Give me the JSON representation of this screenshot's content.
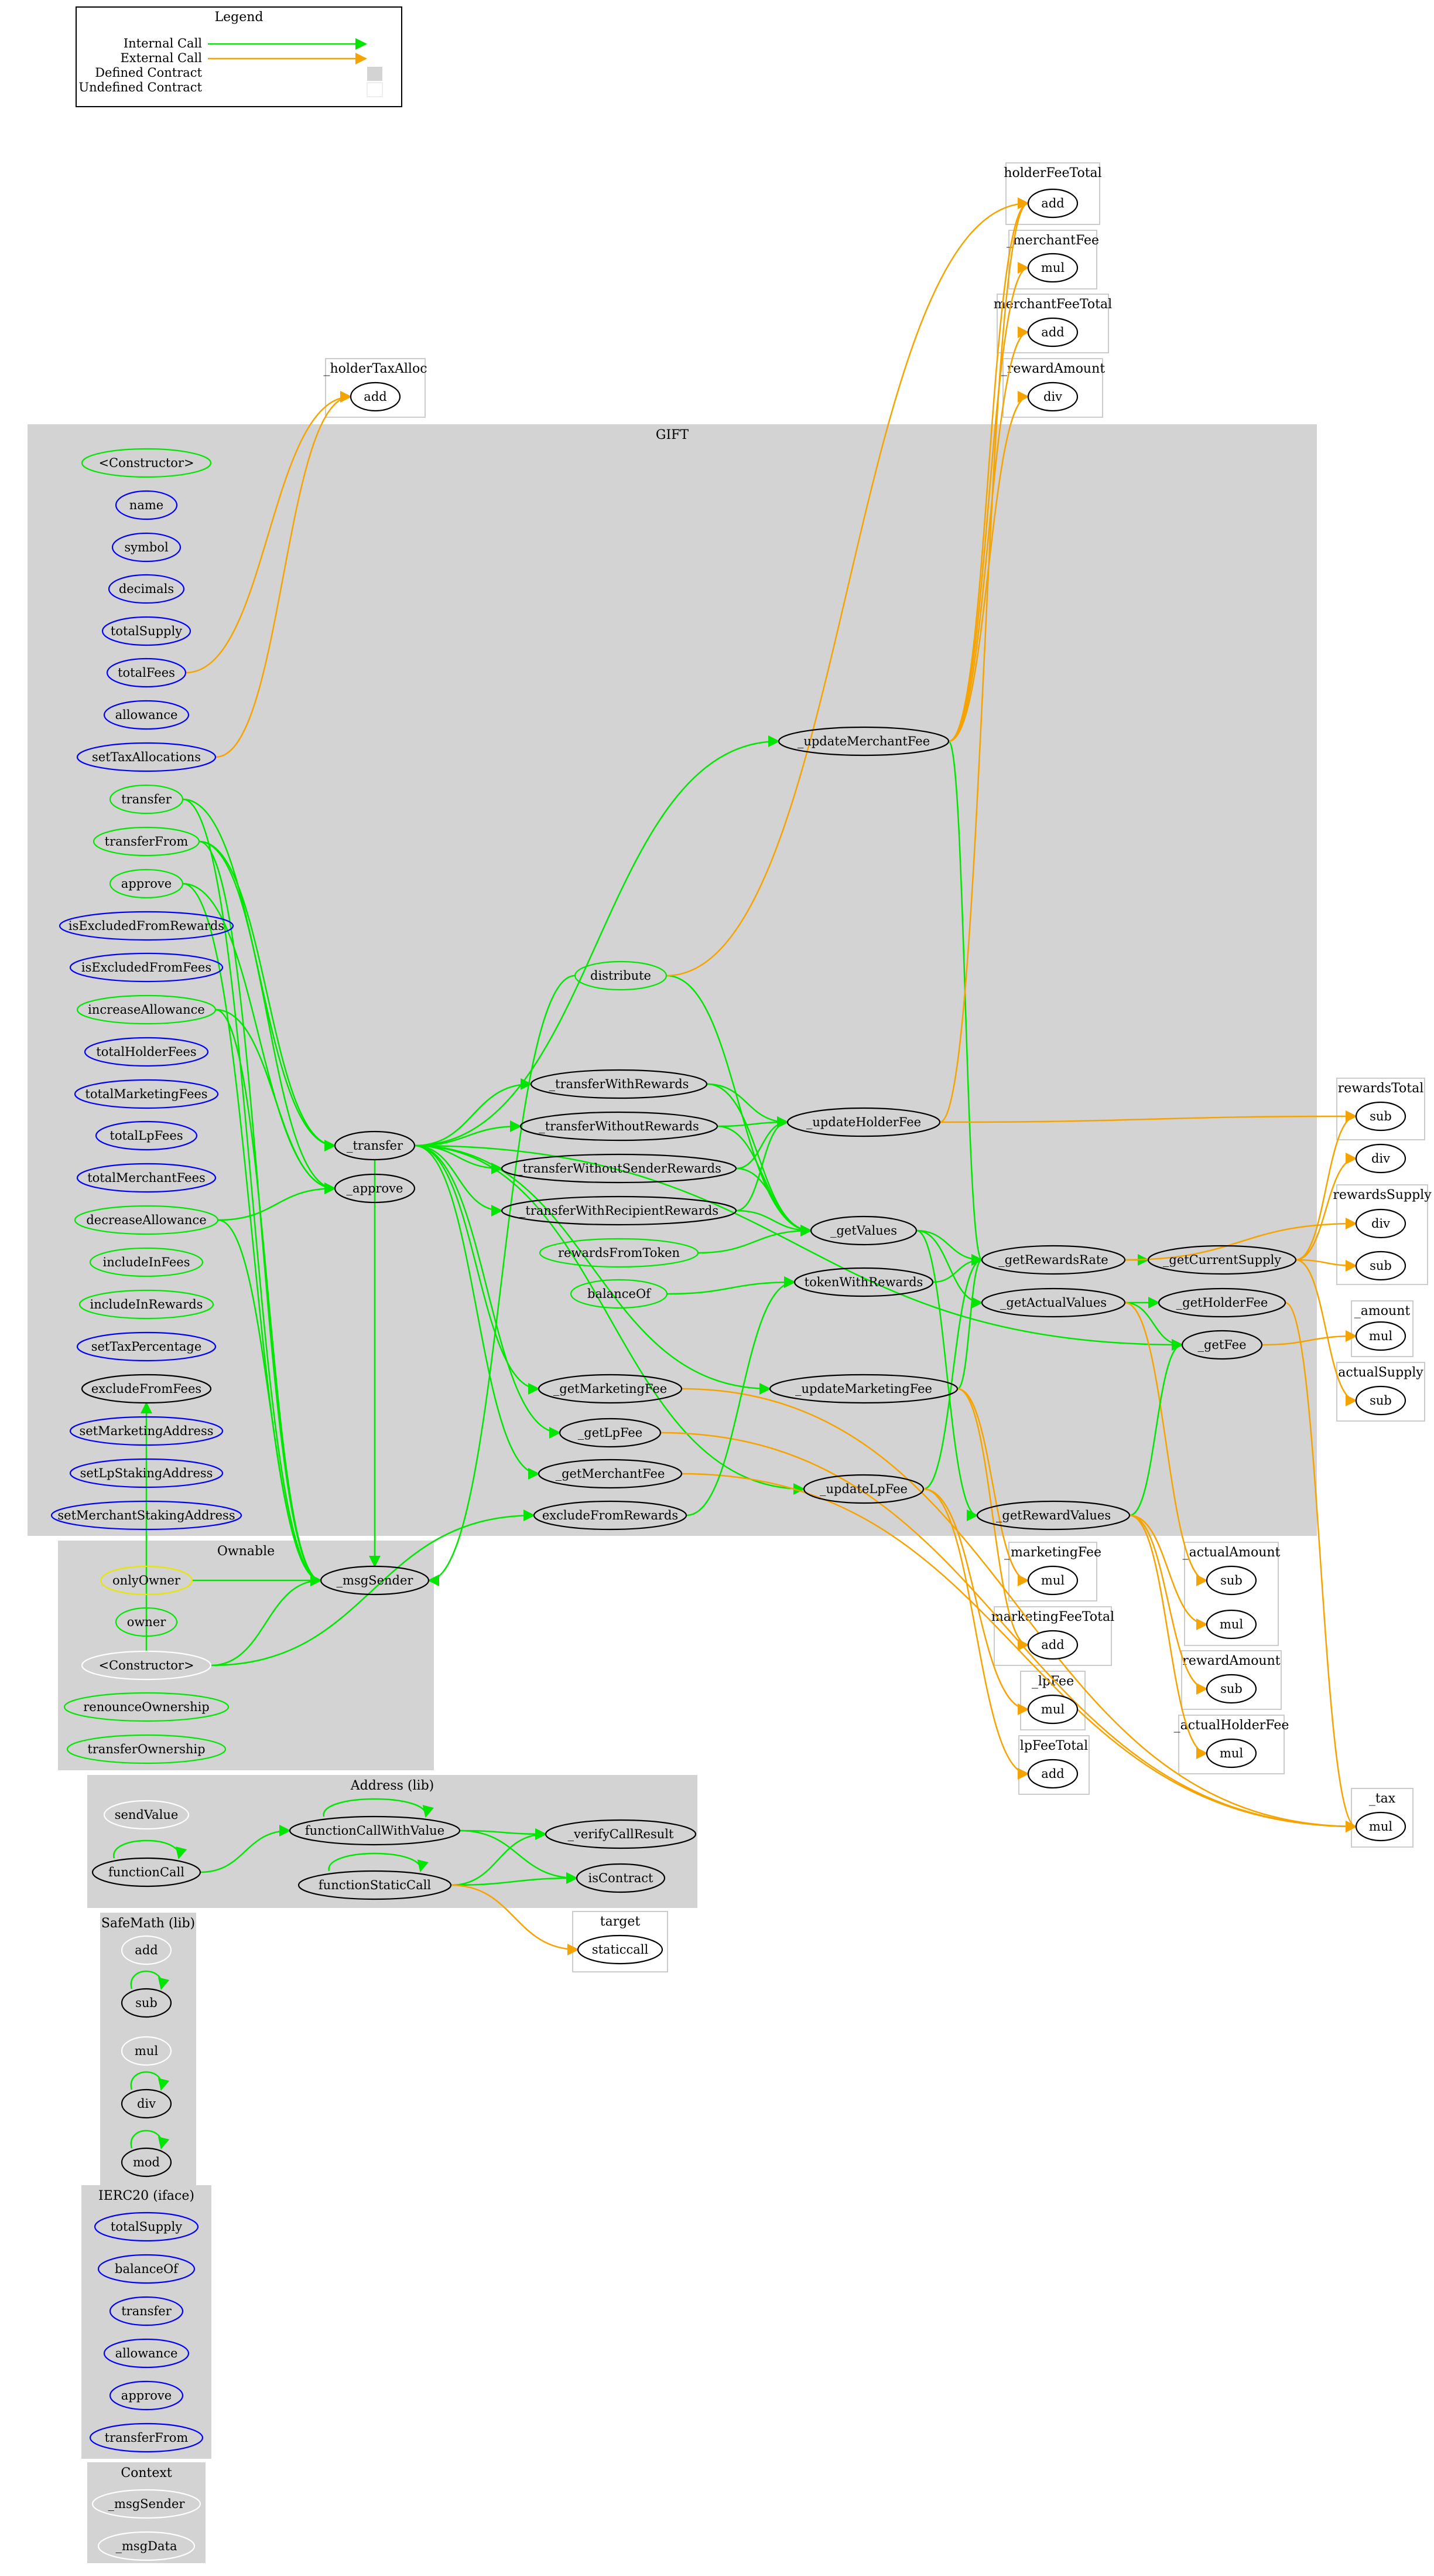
{
  "colors": {
    "internal": "#00e600",
    "external": "#f5a300",
    "cluster_fill": "#d3d3d3",
    "defined_border": "#000000",
    "public_border": "#0000ff",
    "internal_fn_border": "#00e600",
    "modifier_border": "#e6e600",
    "inherited_border": "#ffffff"
  },
  "legend": {
    "title": "Legend",
    "rows": [
      "Internal Call",
      "External Call",
      "Defined Contract",
      "Undefined Contract"
    ]
  },
  "clusters": {
    "gift": "GIFT",
    "ownable": "Ownable",
    "address": "Address  (lib)",
    "safemath": "SafeMath  (lib)",
    "ierc20": "IERC20  (iface)",
    "context": "Context",
    "holderFeeTotal": "holderFeeTotal",
    "merchantFee": "_merchantFee",
    "merchantFeeTotal": "merchantFeeTotal",
    "rewardAmountU": "_rewardAmount",
    "holderTaxAlloc": "_holderTaxAlloc",
    "rewardsTotal": "rewardsTotal",
    "rewardsSupply": "rewardsSupply",
    "amount": "_amount",
    "actualSupply": "actualSupply",
    "marketingFee": "_marketingFee",
    "marketingFeeTotal": "marketingFeeTotal",
    "lpFee": "_lpFee",
    "lpFeeTotal": "lpFeeTotal",
    "actualAmount": "_actualAmount",
    "rewardAmount": "rewardAmount",
    "actualHolderFee": "_actualHolderFee",
    "tax": "_tax",
    "target": "target"
  },
  "nodes": {
    "gift_constructor": "<Constructor>",
    "gift_name": "name",
    "gift_symbol": "symbol",
    "gift_decimals": "decimals",
    "gift_totalSupply": "totalSupply",
    "gift_totalFees": "totalFees",
    "gift_allowance": "allowance",
    "gift_setTaxAllocations": "setTaxAllocations",
    "gift_transfer": "transfer",
    "gift_transferFrom": "transferFrom",
    "gift_approve": "approve",
    "gift_isExcludedFromRewards": "isExcludedFromRewards",
    "gift_isExcludedFromFees": "isExcludedFromFees",
    "gift_increaseAllowance": "increaseAllowance",
    "gift_totalHolderFees": "totalHolderFees",
    "gift_totalMarketingFees": "totalMarketingFees",
    "gift_totalLpFees": "totalLpFees",
    "gift_totalMerchantFees": "totalMerchantFees",
    "gift_decreaseAllowance": "decreaseAllowance",
    "gift_includeInFees": "includeInFees",
    "gift_includeInRewards": "includeInRewards",
    "gift_setTaxPercentage": "setTaxPercentage",
    "gift_excludeFromFees": "excludeFromFees",
    "gift_setMarketingAddress": "setMarketingAddress",
    "gift_setLpStakingAddress": "setLpStakingAddress",
    "gift_setMerchantStakingAddress": "setMerchantStakingAddress",
    "gift__transfer": "_transfer",
    "gift__approve": "_approve",
    "gift_distribute": "distribute",
    "gift__transferWithRewards": "_transferWithRewards",
    "gift__transferWithoutRewards": "_transferWithoutRewards",
    "gift__transferWithoutSenderRewards": "_transferWithoutSenderRewards",
    "gift__transferWithRecipientRewards": "_transferWithRecipientRewards",
    "gift_rewardsFromToken": "rewardsFromToken",
    "gift_balanceOf": "balanceOf",
    "gift__updateMerchantFee": "_updateMerchantFee",
    "gift__updateHolderFee": "_updateHolderFee",
    "gift__getValues": "_getValues",
    "gift_tokenWithRewards": "tokenWithRewards",
    "gift__getRewardsRate": "_getRewardsRate",
    "gift__getCurrentSupply": "_getCurrentSupply",
    "gift__getActualValues": "_getActualValues",
    "gift__getHolderFee": "_getHolderFee",
    "gift__getFee": "_getFee",
    "gift__updateMarketingFee": "_updateMarketingFee",
    "gift__getMarketingFee": "_getMarketingFee",
    "gift__getLpFee": "_getLpFee",
    "gift__updateLpFee": "_updateLpFee",
    "gift__getMerchantFee": "_getMerchantFee",
    "gift_excludeFromRewards": "excludeFromRewards",
    "gift__getRewardValues": "_getRewardValues",
    "own_onlyOwner": "onlyOwner",
    "own_owner": "owner",
    "own_constructor": "<Constructor>",
    "own_renounceOwnership": "renounceOwnership",
    "own_transferOwnership": "transferOwnership",
    "own__msgSender": "_msgSender",
    "addr_sendValue": "sendValue",
    "addr_functionCall": "functionCall",
    "addr_functionCallWithValue": "functionCallWithValue",
    "addr_functionStaticCall": "functionStaticCall",
    "addr__verifyCallResult": "_verifyCallResult",
    "addr_isContract": "isContract",
    "sm_add": "add",
    "sm_sub": "sub",
    "sm_mul": "mul",
    "sm_div": "div",
    "sm_mod": "mod",
    "ierc_totalSupply": "totalSupply",
    "ierc_balanceOf": "balanceOf",
    "ierc_transfer": "transfer",
    "ierc_allowance": "allowance",
    "ierc_approve": "approve",
    "ierc_transferFrom": "transferFrom",
    "ctx__msgSender": "_msgSender",
    "ctx__msgData": "_msgData",
    "u_holderFeeTotal_add": "add",
    "u_merchantFee_mul": "mul",
    "u_merchantFeeTotal_add": "add",
    "u_rewardAmountU_div": "div",
    "u_holderTaxAlloc_add": "add",
    "u_rewardsTotal_sub": "sub",
    "u_rewardsTotal_div": "div",
    "u_rewardsSupply_div": "div",
    "u_rewardsSupply_sub": "sub",
    "u_amount_mul": "mul",
    "u_actualSupply_sub": "sub",
    "u_marketingFee_mul": "mul",
    "u_marketingFeeTotal_add": "add",
    "u_lpFee_mul": "mul",
    "u_lpFeeTotal_add": "add",
    "u_actualAmount_sub": "sub",
    "u_actualAmount_mul": "mul",
    "u_rewardAmount_sub": "sub",
    "u_actualHolderFee_mul": "mul",
    "u_tax_mul": "mul",
    "u_target_staticcall": "staticcall"
  }
}
